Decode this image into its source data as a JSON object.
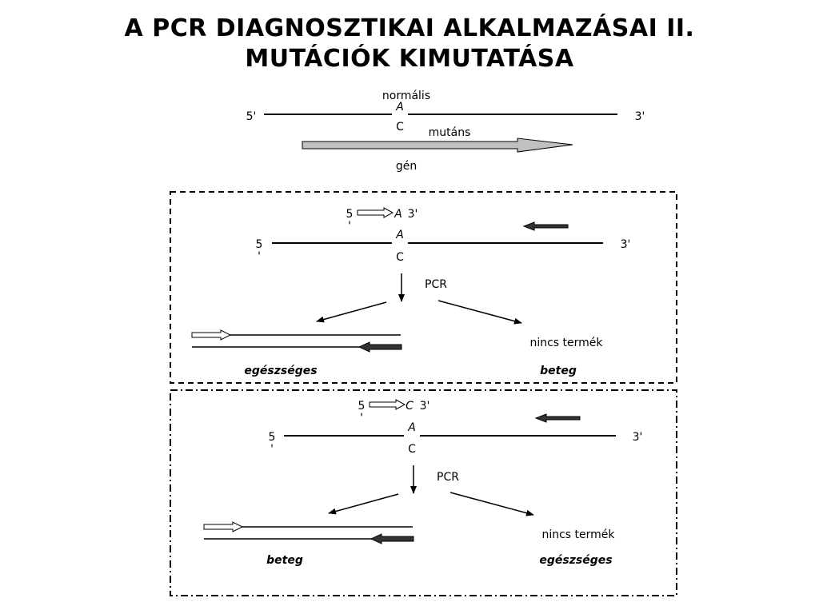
{
  "title": {
    "line1": "A PCR DIAGNOSZTIKAI ALKALMAZÁSAI II.",
    "line2": "MUTÁCIÓK KIMUTATÁSA"
  },
  "top": {
    "normal_label": "normális",
    "mutant_label": "mutáns",
    "gene_label": "gén",
    "end5": "5'",
    "end3": "3'",
    "base_normal": "A",
    "base_mutant": "C"
  },
  "panel1": {
    "primer5": "5",
    "primer5_tick": "'",
    "primer_base": "A",
    "primer3": "3'",
    "template5": "5",
    "template5_tick": "'",
    "template3": "3'",
    "base_normal": "A",
    "base_mutant": "C",
    "pcr_label": "PCR",
    "no_product": "nincs termék",
    "left_result": "egészséges",
    "right_result": "beteg"
  },
  "panel2": {
    "primer5": "5",
    "primer5_tick": "'",
    "primer_base": "C",
    "primer3": "3'",
    "template5": "5",
    "template5_tick": "'",
    "template3": "3'",
    "base_normal": "A",
    "base_mutant": "C",
    "pcr_label": "PCR",
    "no_product": "nincs termék",
    "left_result": "beteg",
    "right_result": "egészséges"
  },
  "colors": {
    "gene_arrow_fill": "#c0c0c0",
    "primer_dark": "#333333"
  }
}
